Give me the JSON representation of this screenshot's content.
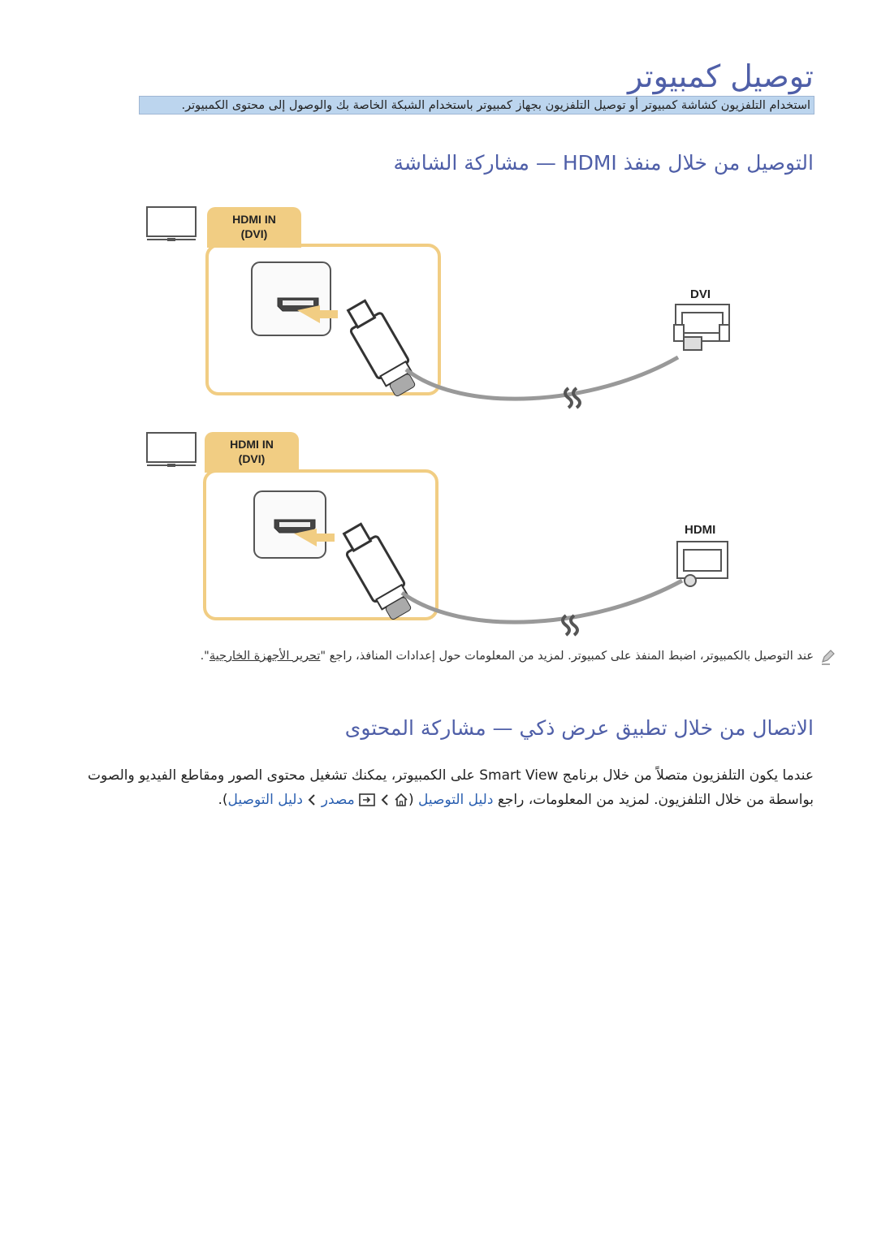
{
  "page": {
    "title": "توصيل كمبيوتر",
    "intro": "استخدام التلفزيون كشاشة كمبيوتر أو توصيل التلفزيون بجهاز كمبيوتر باستخدام الشبكة الخاصة بك والوصول إلى محتوى الكمبيوتر."
  },
  "section1": {
    "heading": "التوصيل من خلال منفذ HDMI — مشاركة الشاشة",
    "diagram_dvi": {
      "port_line1": "HDMI IN",
      "port_line2": "(DVI)",
      "connector_label": "DVI"
    },
    "diagram_hdmi": {
      "port_line1": "HDMI IN",
      "port_line2": "(DVI)",
      "connector_label": "HDMI"
    },
    "note": {
      "text_before": "عند التوصيل بالكمبيوتر، اضبط المنفذ على كمبيوتر. لمزيد من المعلومات حول إعدادات المنافذ، راجع \"",
      "link_text": "تحرير الأجهزة الخارجية",
      "text_after": "\".",
      "icon": "pencil-note-icon"
    }
  },
  "section2": {
    "heading": "الاتصال من خلال تطبيق عرض ذكي — مشاركة المحتوى",
    "para_line1": "عندما يكون التلفزيون متصلاً من خلال برنامج Smart View على الكمبيوتر، يمكنك تشغيل محتوى الصور ومقاطع الفيديو والصوت",
    "para_line2_text": "بواسطة من خلال التلفزيون. لمزيد من المعلومات، راجع ",
    "link_guide": "دليل التوصيل",
    "link_source": "مصدر",
    "link_guide2": "دليل التوصيل",
    "home_icon": "home-icon",
    "source_icon": "source-icon",
    "chevron": "chevron-left-icon"
  },
  "colors": {
    "heading": "#4f5fa8",
    "intro_bg": "#bcd5ee",
    "port_highlight": "#f1cd83",
    "link": "#2a5fb0"
  }
}
